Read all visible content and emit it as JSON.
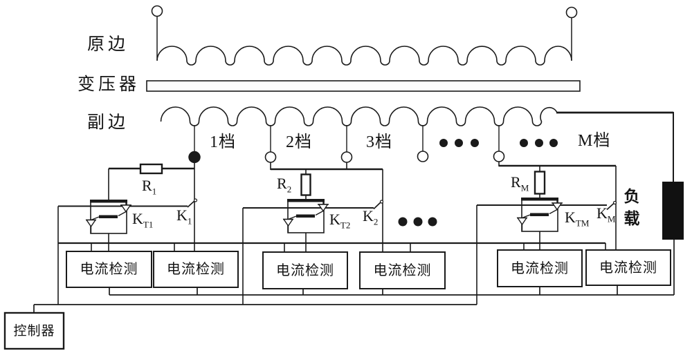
{
  "transformer": {
    "primary": "原边",
    "name": "变压器",
    "secondary": "副边"
  },
  "tap_labels": [
    "1档",
    "2档",
    "3档",
    "M档"
  ],
  "branches": [
    {
      "r_main": "R",
      "r_sub": "1",
      "kt_main": "K",
      "kt_sub": "T1",
      "k_main": "K",
      "k_sub": "1"
    },
    {
      "r_main": "R",
      "r_sub": "2",
      "kt_main": "K",
      "kt_sub": "T2",
      "k_main": "K",
      "k_sub": "2"
    },
    {
      "r_main": "R",
      "r_sub": "M",
      "kt_main": "K",
      "kt_sub": "TM",
      "k_main": "K",
      "k_sub": "M"
    }
  ],
  "detector_label": "电流检测",
  "controller_label": "控制器",
  "load_label": "负载",
  "colors": {
    "line": "#1a1a1a",
    "background": "#ffffff"
  }
}
